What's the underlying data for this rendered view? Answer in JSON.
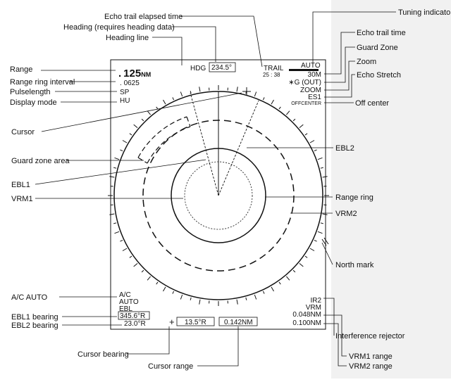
{
  "callouts": {
    "echo_trail_elapsed_time": "Echo trail elapsed time",
    "heading": "Heading (requires heading data)",
    "heading_line": "Heading line",
    "tuning_indicator": "Tuning indicator",
    "echo_trail_time": "Echo trail time",
    "guard_zone": "Guard Zone",
    "zoom": "Zoom",
    "echo_stretch": "Echo Stretch",
    "off_center": "Off center",
    "range": "Range",
    "range_ring_interval": "Range ring interval",
    "pulselength": "Pulselength",
    "display_mode": "Display mode",
    "cursor": "Cursor",
    "guard_zone_area": "Guard zone area",
    "ebl1": "EBL1",
    "vrm1": "VRM1",
    "ebl2": "EBL2",
    "range_ring": "Range ring",
    "vrm2": "VRM2",
    "north_mark": "North mark",
    "ac_auto": "A/C AUTO",
    "ebl1_bearing": "EBL1 bearing",
    "ebl2_bearing": "EBL2 bearing",
    "interference_rejector": "Interference rejector",
    "cursor_bearing": "Cursor bearing",
    "cursor_range": "Cursor range",
    "vrm1_range": "VRM1 range",
    "vrm2_range": "VRM2 range"
  },
  "screen": {
    "range_value": "125",
    "range_unit": "NM",
    "ring_interval": "0625",
    "pulselength": "SP",
    "display_mode": "HU",
    "hdg_label": "HDG",
    "hdg_value": "234.5°",
    "trail_label": "TRAIL",
    "trail_elapsed": "25 : 38",
    "tuning_mode": "AUTO",
    "trail_time": "30M",
    "guard_zone": "∗G (OUT)",
    "zoom": "ZOOM",
    "echo_stretch": "ES1",
    "off_center": "OFFCENTER",
    "ac": "A/C",
    "ac_auto": "AUTO",
    "ebl": "EBL",
    "ebl1_bearing": "345.6°R",
    "ebl2_bearing": "23.0°R",
    "ir": "IR2",
    "vrm": "VRM",
    "vrm1_range": "0.048NM",
    "vrm2_range": "0.100NM",
    "cursor_symbol": "+",
    "cursor_bearing": "13.5°R",
    "cursor_range": "0.142NM"
  }
}
